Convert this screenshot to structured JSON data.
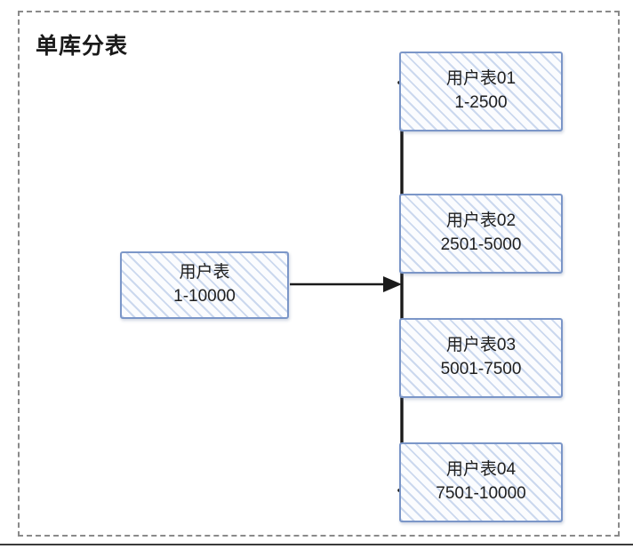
{
  "diagram": {
    "title": "单库分表",
    "frame": {
      "style": "dashed",
      "color": "#8a8a8a"
    },
    "colors": {
      "box_border": "#7b96c8",
      "box_fill": "#fbfcfe",
      "hatch": "#a4bae0",
      "connector": "#1a1a1a",
      "frame_dash": "#8a8a8a",
      "title_text": "#1a1a1a"
    },
    "source_node": {
      "name": "用户表",
      "range": "1-10000"
    },
    "shard_nodes": [
      {
        "name": "用户表01",
        "range": "1-2500"
      },
      {
        "name": "用户表02",
        "range": "2501-5000"
      },
      {
        "name": "用户表03",
        "range": "5001-7500"
      },
      {
        "name": "用户表04",
        "range": "7501-10000"
      }
    ]
  }
}
